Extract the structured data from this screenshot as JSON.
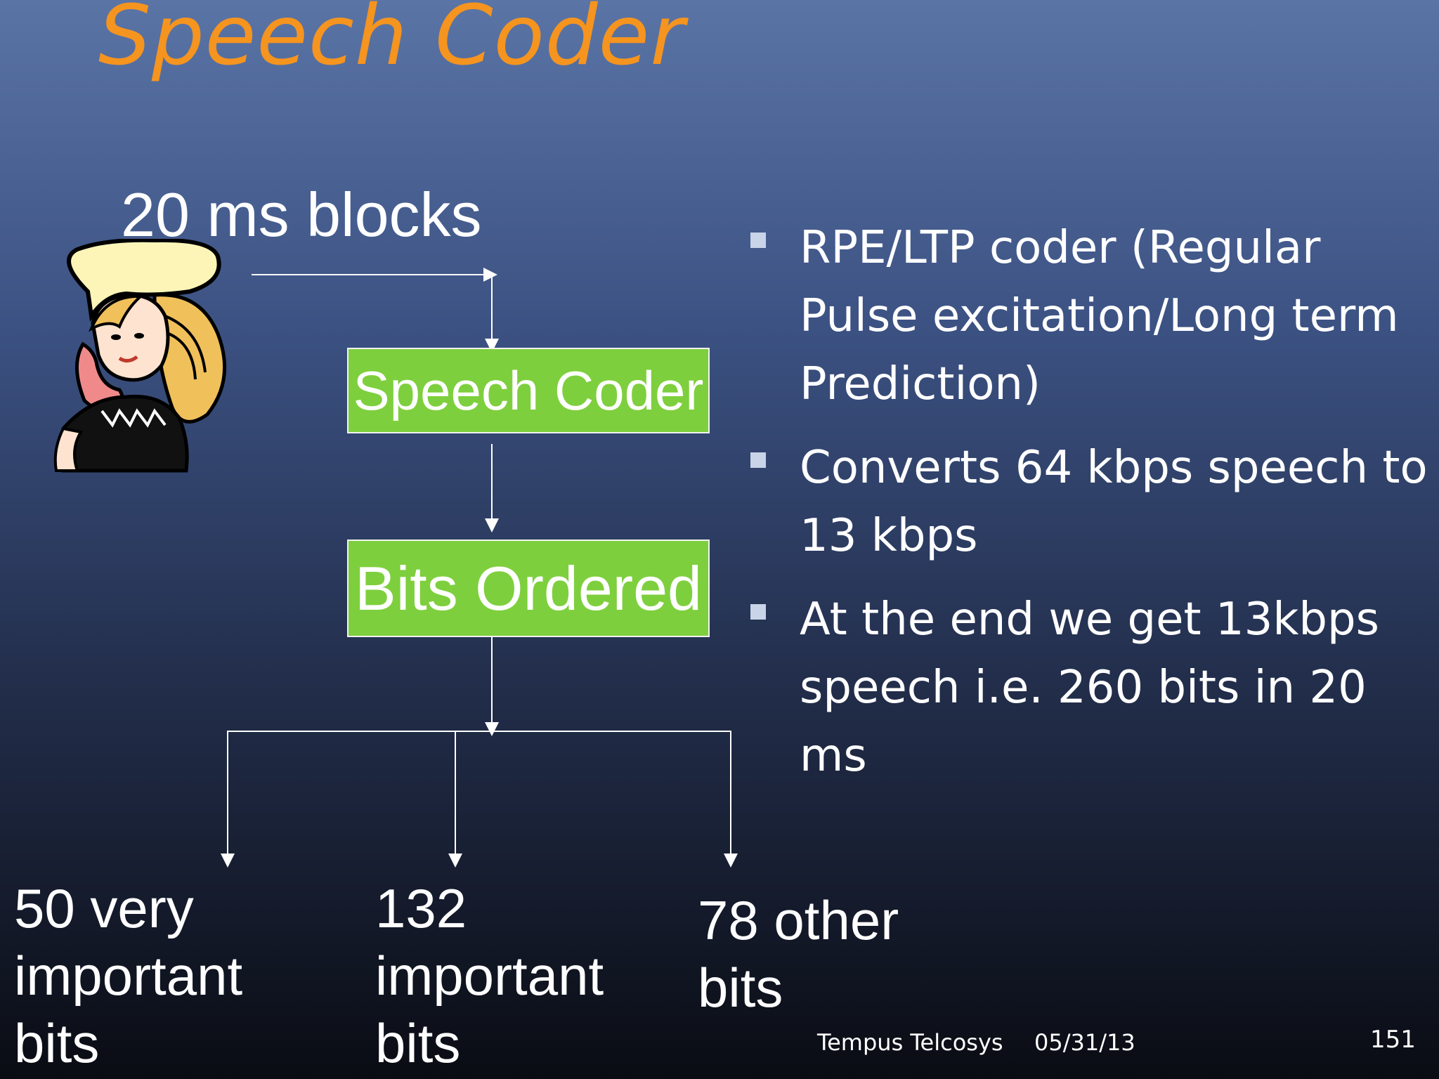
{
  "slide": {
    "title": "Speech Coder",
    "colors": {
      "title": "#f5941f",
      "box_fill": "#7ecf3d",
      "bullet_marker": "#c9d4e8",
      "text": "#ffffff"
    }
  },
  "diagram": {
    "input_label": "20 ms blocks",
    "illustration_icon": "woman-on-phone-with-speech-bubble-icon",
    "boxes": [
      "Speech Coder",
      "Bits Ordered"
    ],
    "outputs": [
      "50 very important bits",
      "132 important bits",
      "78 other bits"
    ]
  },
  "bullets": [
    "RPE/LTP coder (Regular Pulse excitation/Long term Prediction)",
    "Converts 64 kbps speech to 13 kbps",
    "At the end we get 13kbps speech i.e. 260 bits in 20 ms"
  ],
  "footer": {
    "organization": "Tempus Telcosys",
    "date": "05/31/13",
    "page_number": "151"
  }
}
